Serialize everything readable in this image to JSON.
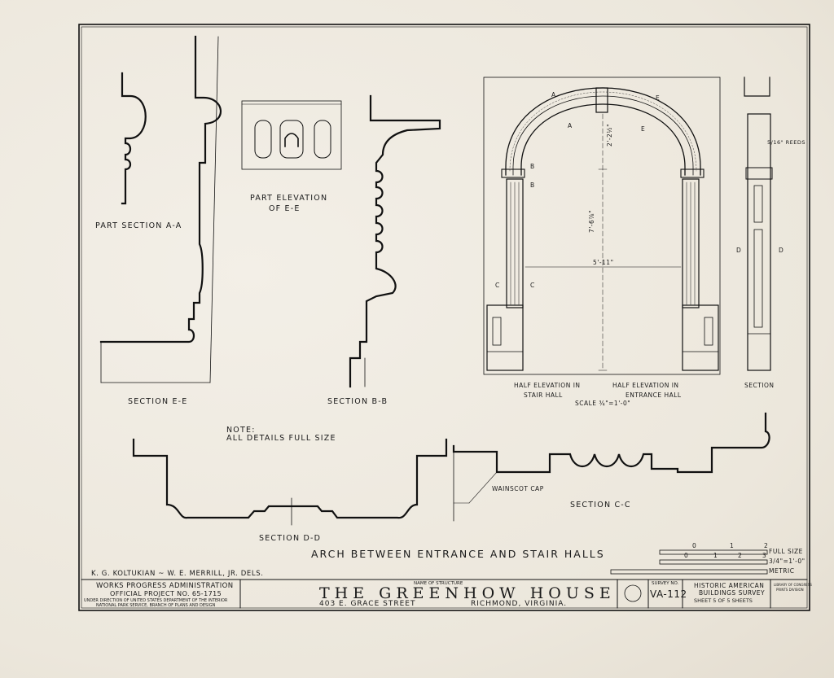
{
  "drawing": {
    "part_section_aa": "PART SECTION A-A",
    "part_elevation": [
      "PART ELEVATION",
      "OF E-E"
    ],
    "section_ee": "SECTION E-E",
    "section_bb": "SECTION B-B",
    "note": [
      "NOTE:",
      "ALL DETAILS FULL SIZE"
    ],
    "half_elev_stair": [
      "HALF ELEVATION IN",
      "STAIR HALL"
    ],
    "half_elev_entrance": [
      "HALF ELEVATION IN",
      "ENTRANCE HALL"
    ],
    "scale": "SCALE ¾\"=1'-0\"",
    "section": "SECTION",
    "section_dd": "SECTION D-D",
    "section_cc": "SECTION C-C",
    "wainscot_cap": "WAINSCOT CAP",
    "reeds": "5/16\" REEDS",
    "dim_width": "5'-11\"",
    "dim_height": "7'-6⅞\"",
    "dim_arch": "2'-2½\"",
    "markers": {
      "a": "A",
      "e": "E",
      "b": "B",
      "c": "C",
      "d": "D"
    },
    "main_title": "ARCH BETWEEN ENTRANCE AND STAIR HALLS"
  },
  "scales": {
    "full_size": "FULL SIZE",
    "three_quarter": "3/4\"=1'-0\"",
    "metric": "METRIC",
    "ticks_a": [
      "0",
      "1",
      "2"
    ],
    "ticks_b": [
      "0",
      "1",
      "2",
      "3"
    ]
  },
  "title_block": {
    "delineators": "K. G. KOLTUKIAN ~ W. E. MERRILL, JR. DELS.",
    "wpa": "WORKS PROGRESS ADMINISTRATION",
    "project": "OFFICIAL PROJECT NO. 65-1715",
    "direction1": "UNDER DIRECTION OF UNITED STATES DEPARTMENT OF THE INTERIOR",
    "direction2": "NATIONAL PARK SERVICE, BRANCH OF PLANS AND DESIGN",
    "name_label": "NAME OF STRUCTURE",
    "name": "THE GREENHOW HOUSE",
    "address": "403 E. GRACE STREET",
    "city": "RICHMOND, VIRGINIA.",
    "survey_label": "SURVEY NO.",
    "survey_no": "VA-112",
    "habs1": "HISTORIC AMERICAN",
    "habs2": "BUILDINGS SURVEY",
    "sheet": "SHEET 5 OF 5 SHEETS",
    "small_note1": "LIBRARY OF CONGRESS",
    "small_note2": "PRINTS DIVISION"
  }
}
